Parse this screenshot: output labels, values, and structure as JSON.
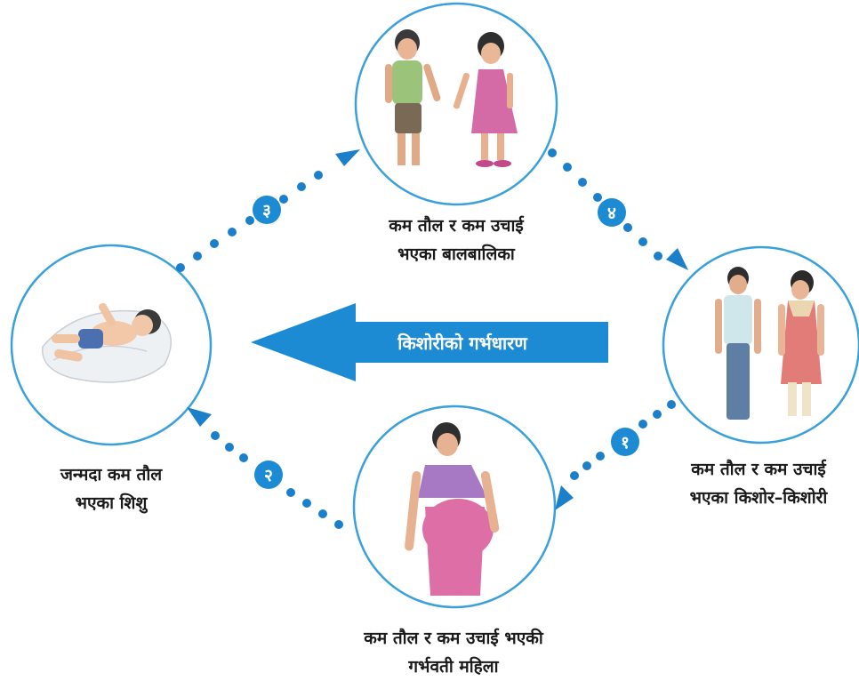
{
  "colors": {
    "circle_stroke": "#3aa0dc",
    "dots": "#1c7fc9",
    "arrow_fill": "#1c8bd3",
    "badge_fill": "#1c8bd3",
    "caption_text": "#1a1a1a"
  },
  "nodes": [
    {
      "id": "infant",
      "illustration": "sleeping-infant",
      "caption": [
        "जन्मदा कम तौल",
        "भएका शिशु"
      ]
    },
    {
      "id": "children",
      "illustration": "boy-and-girl-children",
      "caption": [
        "कम तौल र कम उचाई",
        "भएका बालबालिका"
      ]
    },
    {
      "id": "adolescents",
      "illustration": "adolescent-boy-and-girl",
      "caption": [
        "कम तौल र कम उचाई",
        "भएका किशोर–किशोरी"
      ]
    },
    {
      "id": "pregnant-woman",
      "illustration": "pregnant-woman",
      "caption": [
        "कम तौल र कम उचाई भएकी",
        "गर्भवती महिला"
      ]
    }
  ],
  "steps": [
    "१",
    "२",
    "३",
    "४"
  ],
  "center_arrow": {
    "label": "किशोरीको गर्भधारण"
  }
}
